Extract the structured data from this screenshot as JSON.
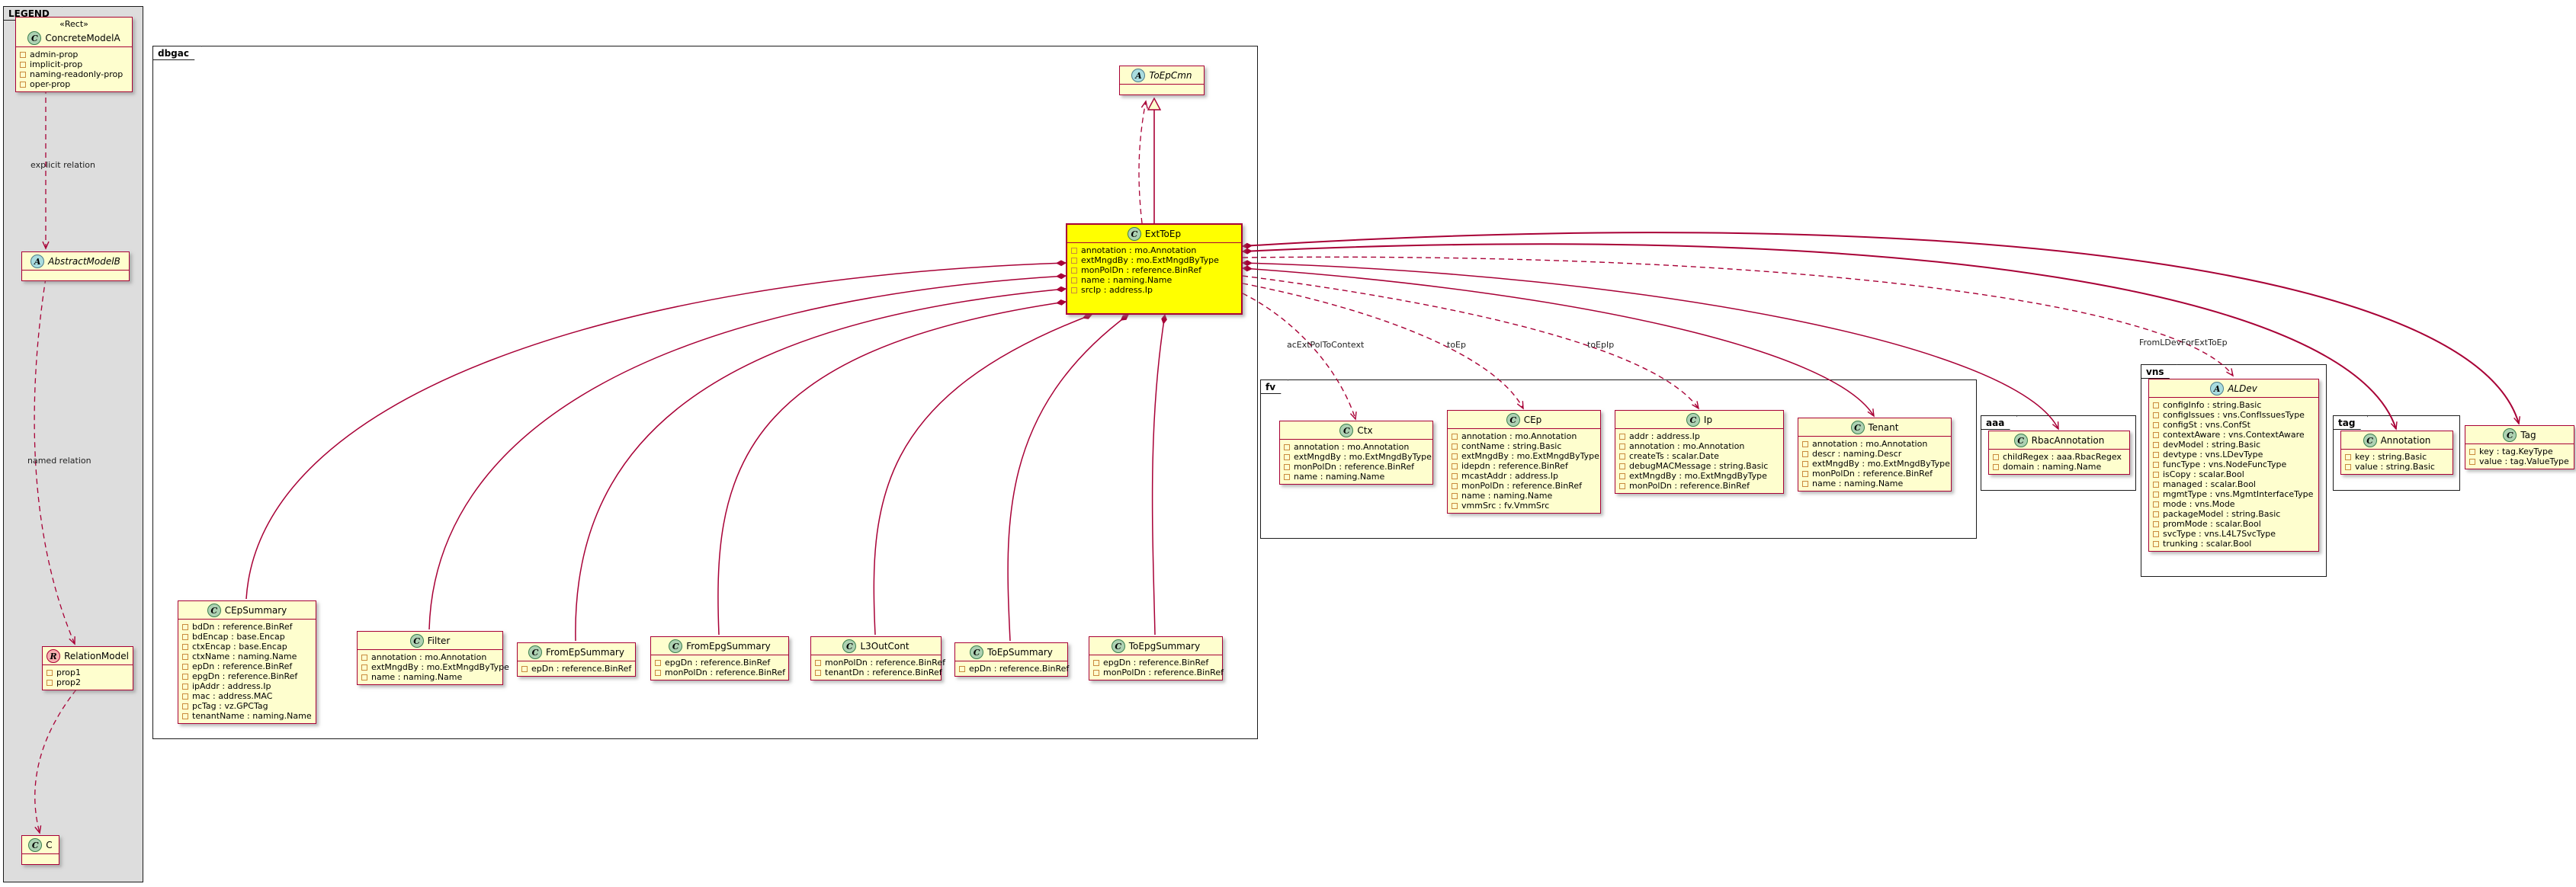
{
  "diagram": {
    "legend_tab": "LEGEND",
    "frames": {
      "dbgac": "dbgac",
      "fv": "fv",
      "aaa": "aaa",
      "vns": "vns",
      "tag": "tag"
    },
    "edge_labels": {
      "explicit": "explicit relation",
      "named": "named relation",
      "acExtPolToContext": "acExtPolToContext",
      "toEp": "toEp",
      "toEpIp": "toEpIp",
      "fromLDev": "FromLDevForExtToEp"
    }
  },
  "classes": {
    "concreteModelA": {
      "spot": "C",
      "stereotype": "«Rect»",
      "name": "ConcreteModelA",
      "attrs": [
        "admin-prop",
        "implicit-prop",
        "naming-readonly-prop",
        "oper-prop"
      ]
    },
    "abstractModelB": {
      "spot": "A",
      "name": "AbstractModelB",
      "attrs": []
    },
    "relationModel": {
      "spot": "R",
      "name": "RelationModel",
      "attrs": [
        "prop1",
        "prop2"
      ]
    },
    "legendC": {
      "spot": "C",
      "name": "C",
      "attrs": []
    },
    "toEpCmn": {
      "spot": "A",
      "name": "ToEpCmn",
      "attrs": []
    },
    "extToEp": {
      "spot": "C",
      "name": "ExtToEp",
      "attrs": [
        "annotation : mo.Annotation",
        "extMngdBy : mo.ExtMngdByType",
        "monPolDn : reference.BinRef",
        "name : naming.Name",
        "srcIp : address.Ip"
      ]
    },
    "cEpSummary": {
      "spot": "C",
      "name": "CEpSummary",
      "attrs": [
        "bdDn : reference.BinRef",
        "bdEncap : base.Encap",
        "ctxEncap : base.Encap",
        "ctxName : naming.Name",
        "epDn : reference.BinRef",
        "epgDn : reference.BinRef",
        "ipAddr : address.Ip",
        "mac : address.MAC",
        "pcTag : vz.GPCTag",
        "tenantName : naming.Name"
      ]
    },
    "filter": {
      "spot": "C",
      "name": "Filter",
      "attrs": [
        "annotation : mo.Annotation",
        "extMngdBy : mo.ExtMngdByType",
        "name : naming.Name"
      ]
    },
    "fromEpSummary": {
      "spot": "C",
      "name": "FromEpSummary",
      "attrs": [
        "epDn : reference.BinRef"
      ]
    },
    "fromEpgSummary": {
      "spot": "C",
      "name": "FromEpgSummary",
      "attrs": [
        "epgDn : reference.BinRef",
        "monPolDn : reference.BinRef"
      ]
    },
    "l3OutCont": {
      "spot": "C",
      "name": "L3OutCont",
      "attrs": [
        "monPolDn : reference.BinRef",
        "tenantDn : reference.BinRef"
      ]
    },
    "toEpSummary": {
      "spot": "C",
      "name": "ToEpSummary",
      "attrs": [
        "epDn : reference.BinRef"
      ]
    },
    "toEpgSummary": {
      "spot": "C",
      "name": "ToEpgSummary",
      "attrs": [
        "epgDn : reference.BinRef",
        "monPolDn : reference.BinRef"
      ]
    },
    "ctx": {
      "spot": "C",
      "name": "Ctx",
      "attrs": [
        "annotation : mo.Annotation",
        "extMngdBy : mo.ExtMngdByType",
        "monPolDn : reference.BinRef",
        "name : naming.Name"
      ]
    },
    "cEp": {
      "spot": "C",
      "name": "CEp",
      "attrs": [
        "annotation : mo.Annotation",
        "contName : string.Basic",
        "extMngdBy : mo.ExtMngdByType",
        "idepdn : reference.BinRef",
        "mcastAddr : address.Ip",
        "monPolDn : reference.BinRef",
        "name : naming.Name",
        "vmmSrc : fv.VmmSrc"
      ]
    },
    "ip": {
      "spot": "C",
      "name": "Ip",
      "attrs": [
        "addr : address.Ip",
        "annotation : mo.Annotation",
        "createTs : scalar.Date",
        "debugMACMessage : string.Basic",
        "extMngdBy : mo.ExtMngdByType",
        "monPolDn : reference.BinRef"
      ]
    },
    "tenant": {
      "spot": "C",
      "name": "Tenant",
      "attrs": [
        "annotation : mo.Annotation",
        "descr : naming.Descr",
        "extMngdBy : mo.ExtMngdByType",
        "monPolDn : reference.BinRef",
        "name : naming.Name"
      ]
    },
    "rbacAnnotation": {
      "spot": "C",
      "name": "RbacAnnotation",
      "attrs": [
        "childRegex : aaa.RbacRegex",
        "domain : naming.Name"
      ]
    },
    "alDev": {
      "spot": "A",
      "name": "ALDev",
      "attrs": [
        "configInfo : string.Basic",
        "configIssues : vns.ConfIssuesType",
        "configSt : vns.ConfSt",
        "contextAware : vns.ContextAware",
        "devModel : string.Basic",
        "devtype : vns.LDevType",
        "funcType : vns.NodeFuncType",
        "isCopy : scalar.Bool",
        "managed : scalar.Bool",
        "mgmtType : vns.MgmtInterfaceType",
        "mode : vns.Mode",
        "packageModel : string.Basic",
        "promMode : scalar.Bool",
        "svcType : vns.L4L7SvcType",
        "trunking : scalar.Bool"
      ]
    },
    "tagAnnotation": {
      "spot": "C",
      "name": "Annotation",
      "attrs": [
        "key : string.Basic",
        "value : string.Basic"
      ]
    },
    "tag": {
      "spot": "C",
      "name": "Tag",
      "attrs": [
        "key : tag.KeyType",
        "value : tag.ValueType"
      ]
    }
  }
}
